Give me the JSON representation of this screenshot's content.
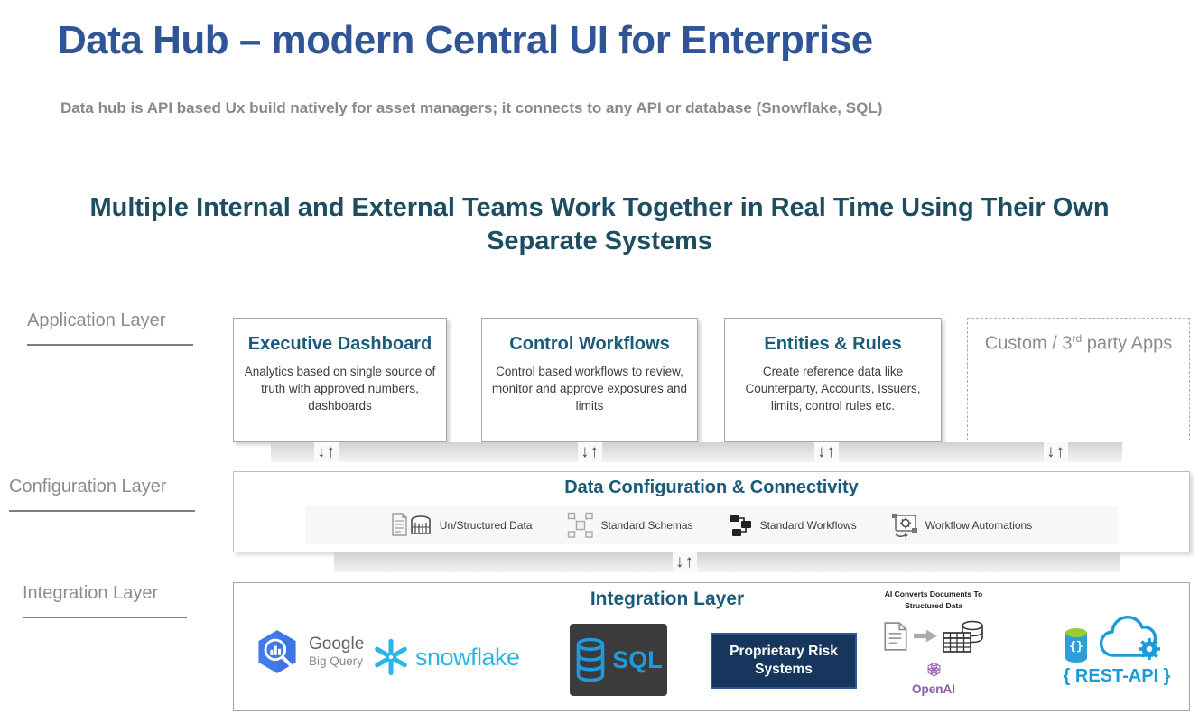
{
  "page": {
    "title": "Data Hub – modern Central UI for Enterprise",
    "subtitle": "Data hub is API based Ux build natively for asset managers; it connects to any API or database (Snowflake, SQL)",
    "section_heading": "Multiple Internal and External Teams Work Together in Real Time Using Their Own Separate Systems"
  },
  "layers": {
    "application": {
      "label": "Application Layer"
    },
    "configuration": {
      "label": "Configuration Layer"
    },
    "integration": {
      "label": "Integration Layer"
    }
  },
  "app_boxes": [
    {
      "title": "Executive Dashboard",
      "description": "Analytics based on single source of truth with approved numbers, dashboards"
    },
    {
      "title": "Control Workflows",
      "description": "Control based workflows to review, monitor and approve exposures and limits"
    },
    {
      "title": "Entities & Rules",
      "description": "Create reference data like Counterparty, Accounts, Issuers, limits, control rules etc."
    },
    {
      "title_prefix": "Custom / 3",
      "title_sup": "rd",
      "title_suffix": " party Apps"
    }
  ],
  "arrows": {
    "glyph": "↓↑"
  },
  "config_layer": {
    "title": "Data Configuration & Connectivity",
    "items": [
      {
        "icon": "unstructured-data-icon",
        "label": "Un/Structured Data"
      },
      {
        "icon": "standard-schemas-icon",
        "label": "Standard Schemas"
      },
      {
        "icon": "standard-workflows-icon",
        "label": "Standard Workflows"
      },
      {
        "icon": "workflow-automations-icon",
        "label": "Workflow Automations"
      }
    ]
  },
  "integration_layer": {
    "title": "Integration Layer",
    "google": {
      "line1": "Google",
      "line2": "Big Query"
    },
    "snowflake": {
      "text": "snowflake"
    },
    "sql": {
      "text": "SQL"
    },
    "proprietary": {
      "text": "Proprietary Risk Systems"
    },
    "ai": {
      "caption_line1": "AI Converts Documents To",
      "caption_line2": "Structured Data",
      "brand": "OpenAI"
    },
    "rest": {
      "text": "{ REST-API }"
    }
  },
  "colors": {
    "title_blue": "#2F5597",
    "heading_teal": "#1D4D61",
    "box_heading_teal": "#1A5A7A",
    "label_gray": "#8C8C8C",
    "snowflake_blue": "#29B5E8",
    "sql_blue": "#1E9BE0",
    "proprietary_navy": "#16365D",
    "openai_purple": "#8E5BA6",
    "rest_blue": "#1B9CD8",
    "google_blue": "#4285F4"
  }
}
